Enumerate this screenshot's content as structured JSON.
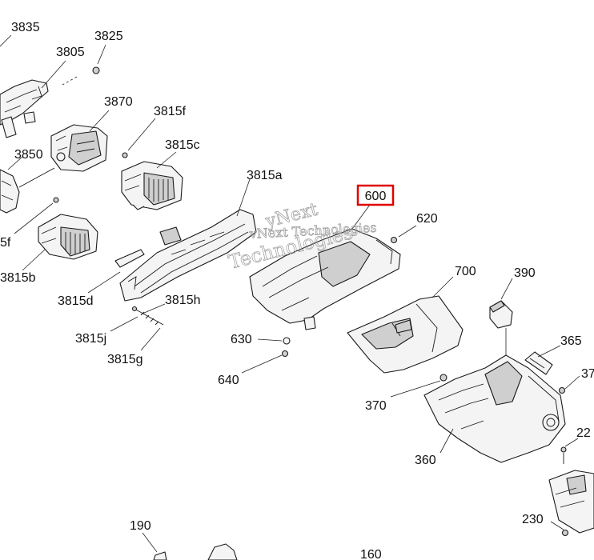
{
  "diagram": {
    "highlight": {
      "label": "600",
      "color": "#e00000"
    },
    "labels": {
      "p3835": "3835",
      "p3825": "3825",
      "p3805": "3805",
      "p3870": "3870",
      "p3815f": "3815f",
      "p3815c": "3815c",
      "p3850": "3850",
      "p3815a": "3815a",
      "p600": "600",
      "p620": "620",
      "p5f": "5f",
      "p3815b": "3815b",
      "p700": "700",
      "p390": "390",
      "p3815d": "3815d",
      "p3815h": "3815h",
      "p630": "630",
      "p3815j": "3815j",
      "p365": "365",
      "p37": "37",
      "p3815g": "3815g",
      "p640": "640",
      "p370": "370",
      "p360": "360",
      "p22": "22",
      "p230": "230",
      "p190": "190",
      "p160": "160"
    },
    "watermark": {
      "line1": "yNext",
      "line2": "vNext Technologies",
      "line3": "Technologies"
    }
  }
}
